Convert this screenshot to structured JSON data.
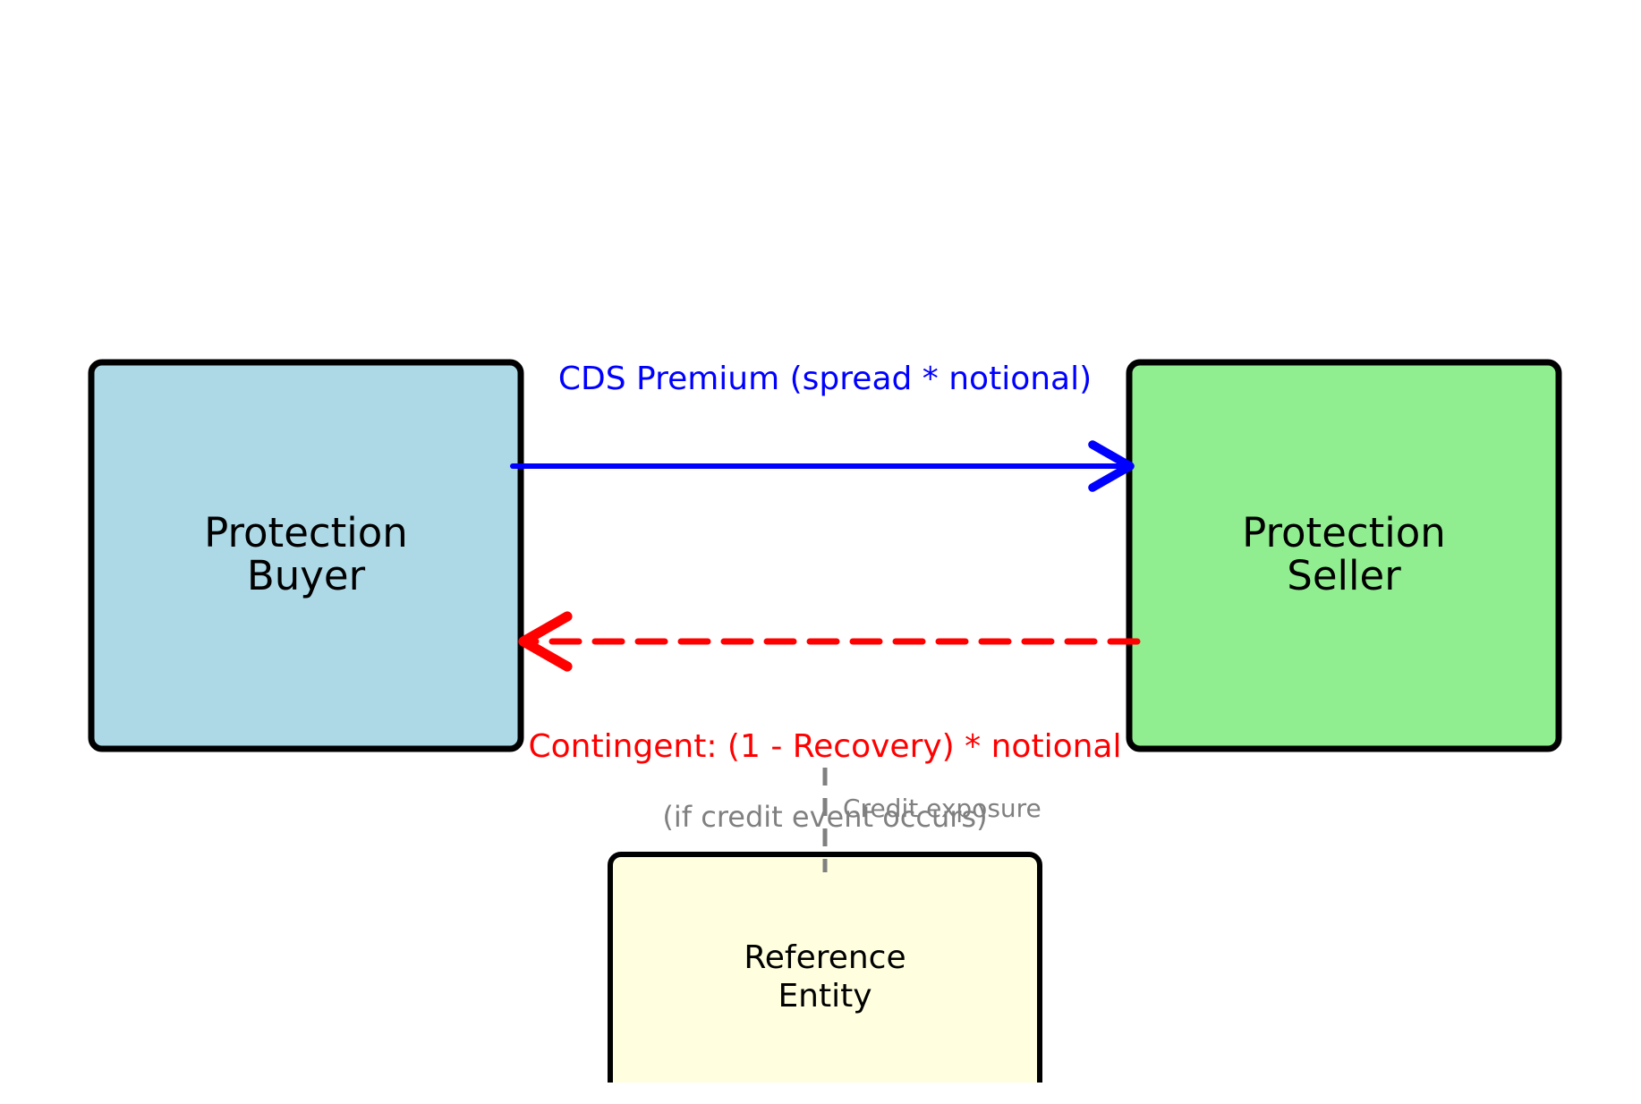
{
  "nodes": {
    "buyer": {
      "line1": "Protection",
      "line2": "Buyer",
      "fill": "#add8e6"
    },
    "seller": {
      "line1": "Protection",
      "line2": "Seller",
      "fill": "#90ee90"
    },
    "reference": {
      "line1": "Reference",
      "line2": "Entity",
      "fill": "#ffffe0"
    }
  },
  "flows": {
    "premium": {
      "label": "CDS Premium (spread * notional)",
      "color": "#0000ff"
    },
    "contingent": {
      "label": "Contingent: (1 - Recovery) * notional",
      "sublabel": "(if credit event occurs)",
      "color": "#ff0000",
      "sublabel_color": "#808080"
    },
    "exposure": {
      "label": "Credit exposure",
      "color": "#808080"
    }
  }
}
